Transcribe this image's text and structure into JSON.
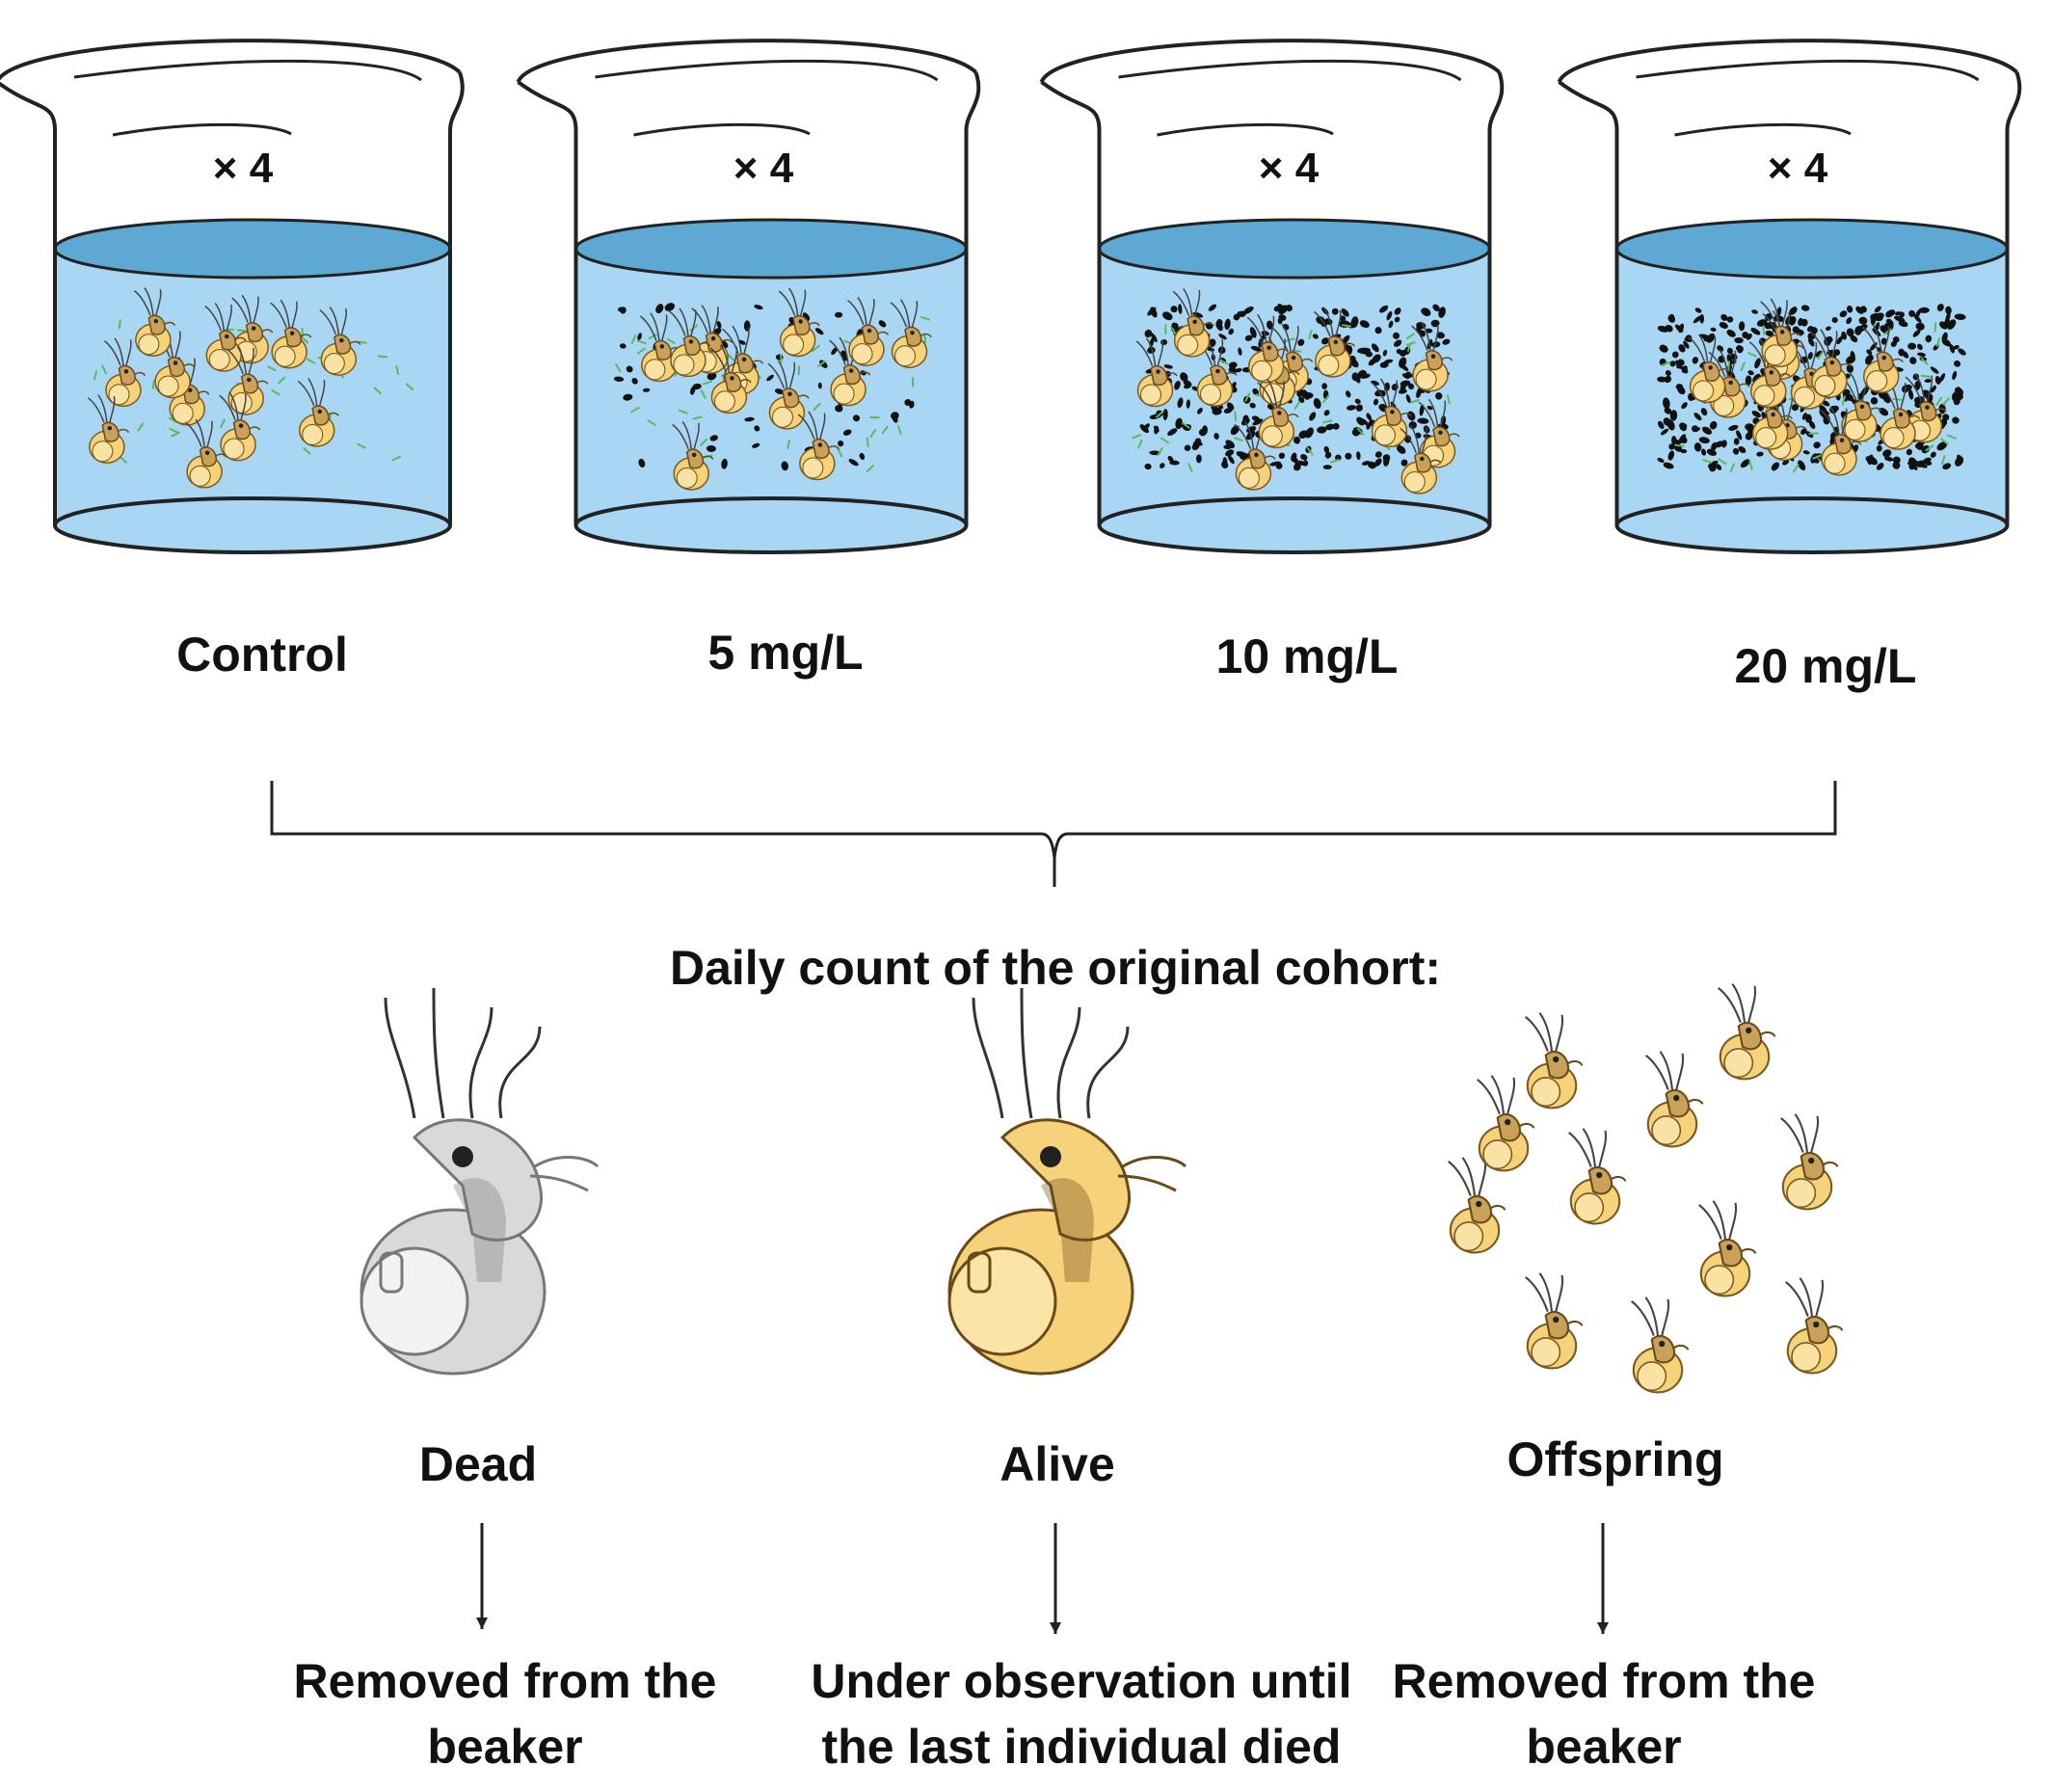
{
  "beakers": [
    {
      "replicate": "× 4",
      "label": "Control"
    },
    {
      "replicate": "× 4",
      "label": "5 mg/L"
    },
    {
      "replicate": "× 4",
      "label": "10 mg/L"
    },
    {
      "replicate": "× 4",
      "label": "20 mg/L"
    }
  ],
  "cohort_title": "Daily count of the original cohort:",
  "outcomes": [
    {
      "label": "Dead",
      "result_line1": "Removed from the",
      "result_line2": "beaker"
    },
    {
      "label": "Alive",
      "result_line1": "Under observation until",
      "result_line2": "the last individual died"
    },
    {
      "label": "Offspring",
      "result_line1": "Removed from the",
      "result_line2": "beaker"
    }
  ],
  "colors": {
    "water": "#a9d6f2",
    "water_surface": "#5ea9d3",
    "particle_black": "#111111",
    "algae_green": "#5cb85c",
    "daphnia_body": "#f6d27a",
    "daphnia_dead": "#d9d9d9"
  }
}
